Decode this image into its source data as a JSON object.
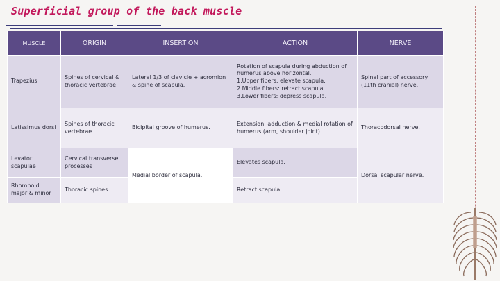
{
  "slide": {
    "title": "Superficial group of the back muscle"
  },
  "table": {
    "headers": [
      "MUSCLE",
      "ORIGIN",
      "INSERTION",
      "ACTION",
      "NERVE"
    ],
    "rows": [
      {
        "muscle": "Trapezius",
        "origin": "Spines of cervical & thoracic vertebrae",
        "insertion": "Lateral 1/3 of clavicle + acromion & spine of scapula.",
        "action_lines": [
          "Rotation of scapula during abduction of",
          "humerus above horizontal.",
          "1.Upper fibers: elevate scapula.",
          "2.Middle fibers: retract scapula",
          "3.Lower fibers: depress scapula."
        ],
        "nerve": "Spinal part of accessory (11th cranial) nerve."
      },
      {
        "muscle": "Latissimus dorsi",
        "origin": "Spines of thoracic vertebrae.",
        "insertion": "Bicipital groove of humerus.",
        "action": "Extension, adduction & medial rotation of humerus (arm, shoulder joint).",
        "nerve": "Thoracodorsal nerve."
      },
      {
        "muscle": "Levator scapulae",
        "origin": "Cervical transverse processes",
        "action": "Elevates scapula."
      },
      {
        "muscle": "Rhomboid major & minor",
        "origin": "Thoracic spines",
        "action": "Retract scapula."
      }
    ],
    "shared_insertion": "Medial border of scapula.",
    "shared_nerve": "Dorsal scapular nerve."
  },
  "colors": {
    "title": "#c2185b",
    "header_bg": "#5b4a86",
    "row_dark": "#dcd7e7",
    "row_light": "#eeebf3"
  },
  "decorations": {
    "ribcage": "ribcage-skeleton-illustration"
  }
}
